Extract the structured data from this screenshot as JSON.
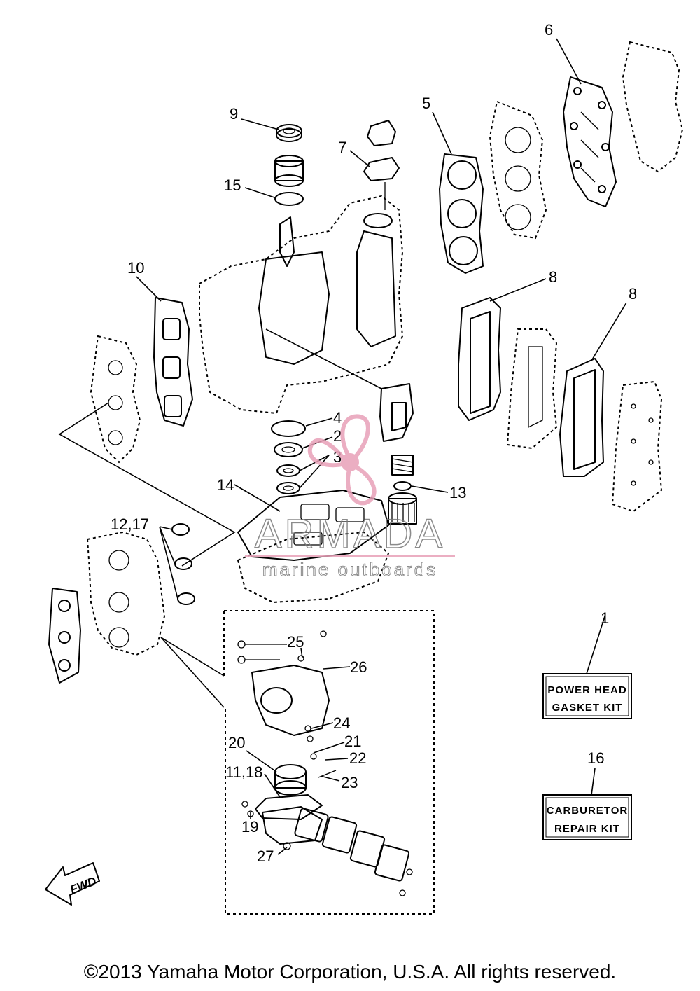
{
  "callouts": {
    "c1": "1",
    "c2": "2",
    "c3": "3",
    "c4": "4",
    "c5": "5",
    "c6": "6",
    "c7": "7",
    "c8a": "8",
    "c8b": "8",
    "c9": "9",
    "c10": "10",
    "c11_18": "11,18",
    "c12_17": "12,17",
    "c13": "13",
    "c14": "14",
    "c15": "15",
    "c16": "16",
    "c19": "19",
    "c20": "20",
    "c21": "21",
    "c22": "22",
    "c23": "23",
    "c24": "24",
    "c25": "25",
    "c26": "26",
    "c27": "27"
  },
  "kits": {
    "power_head": {
      "line1": "POWER HEAD",
      "line2": "GASKET KIT"
    },
    "carburetor": {
      "line1": "CARBURETOR",
      "line2": "REPAIR KIT"
    }
  },
  "fwd_label": "FWD",
  "watermark": {
    "brand": "ARMADA",
    "tagline": "marine outboards",
    "color": "#e8a0b8"
  },
  "copyright": "©2013 Yamaha Motor Corporation, U.S.A. All rights reserved."
}
